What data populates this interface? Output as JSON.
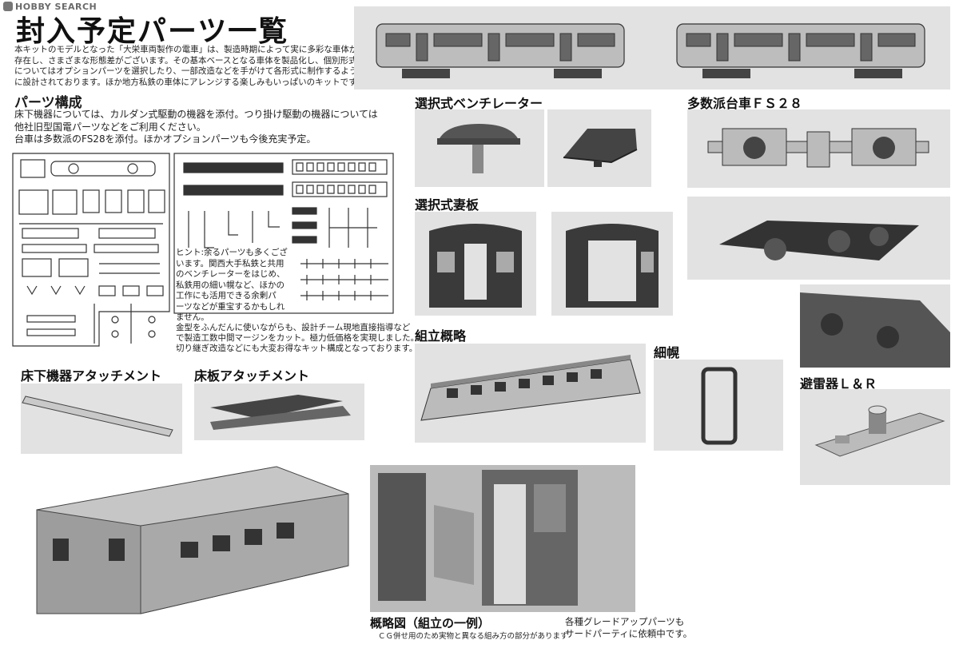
{
  "watermark": "HOBBY SEARCH",
  "title": "封入予定パーツ一覧",
  "intro": [
    "本キットのモデルとなった「大栄車両製作の電車」は、製造時期によって実に多彩な車体が",
    "存在し、さまざまな形態差がございます。その基本ベースとなる車体を製品化し、個別形式",
    "についてはオプションパーツを選択したり、一部改造などを手がけて各形式に制作するよう",
    "に設計されております。ほか地方私鉄の車体にアレンジする楽しみもいっぱいのキットです。"
  ],
  "parts": {
    "heading": "パーツ構成",
    "lines": [
      "床下機器については、カルダン式駆動の機器を添付。つり掛け駆動の機器については",
      "他社旧型国電パーツなどをご利用ください。",
      "台車は多数派のFS28を添付。ほかオプションパーツも今後充実予定。"
    ]
  },
  "hint": [
    "ヒント:余るパーツも多くござ",
    "います。関西大手私鉄と共用",
    "のベンチレーターをはじめ、",
    "私鉄用の細い幌など、ほかの",
    "工作にも活用できる余剰パ",
    "ーツなどが重宝するかもしれ",
    "ません。"
  ],
  "design_note": [
    "金型をふんだんに使いながらも、設計チーム現地直接指導など",
    "で製造工数中間マージンをカット。極力低価格を実現しました。",
    "切り継ぎ改造などにも大変お得なキット構成となっております。"
  ],
  "labels": {
    "ventilator": "選択式ベンチレーター",
    "truck": "多数派台車ＦＳ２８",
    "end_panel": "選択式妻板",
    "assembly": "組立概略",
    "bellows": "細幌",
    "arrester": "避雷器Ｌ＆Ｒ",
    "underfloor_attach": "床下機器アタッチメント",
    "floor_attach": "床板アタッチメント",
    "overview": "概略図（組立の一例）",
    "overview_note": "ＣＧ併せ用のため実物と異なる組み方の部分があります",
    "upgrade_line1": "各種グレードアップパーツも",
    "upgrade_line2": "サードパーティに依頼中です。"
  }
}
